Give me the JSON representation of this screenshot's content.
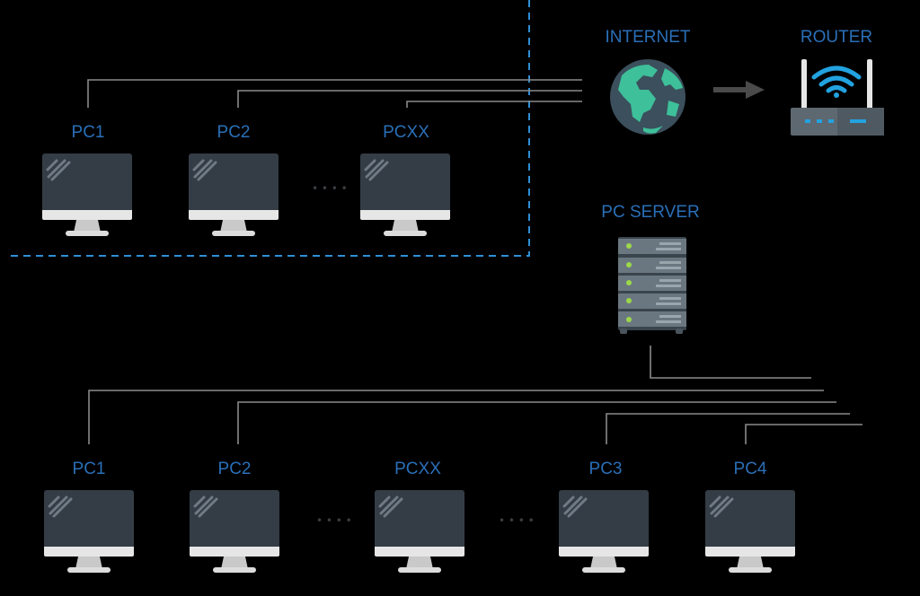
{
  "colors": {
    "background": "#000000",
    "label": "#2a6fb8",
    "dashed_boundary": "#2f8fd6",
    "wire": "#8a8a8a",
    "monitor_screen": "#343d46",
    "monitor_bezel": "#e6e6e6",
    "monitor_stand": "#c9c9c9",
    "globe_ocean": "#3b4f5c",
    "globe_land": "#3ec09a",
    "router_body": "#5e6870",
    "router_light": "#22a3e0",
    "server_body": "#6b7780",
    "server_led": "#9bd84a",
    "arrow": "#4a4a4a"
  },
  "icons": [
    "globe-icon",
    "router-icon",
    "server-icon",
    "arrow-right-icon",
    "monitor-icon"
  ],
  "top_group": {
    "pcs": [
      {
        "id": "top-pc1",
        "label": "PC1"
      },
      {
        "id": "top-pc2",
        "label": "PC2"
      },
      {
        "id": "top-pcxx",
        "label": "PCXX"
      }
    ]
  },
  "internet": {
    "label": "INTERNET"
  },
  "router": {
    "label": "ROUTER"
  },
  "server": {
    "label": "PC SERVER"
  },
  "bottom_group": {
    "pcs": [
      {
        "id": "bottom-pc1",
        "label": "PC1"
      },
      {
        "id": "bottom-pc2",
        "label": "PC2"
      },
      {
        "id": "bottom-pcxx",
        "label": "PCXX"
      },
      {
        "id": "bottom-pc3",
        "label": "PC3"
      },
      {
        "id": "bottom-pc4",
        "label": "PC4"
      }
    ]
  }
}
